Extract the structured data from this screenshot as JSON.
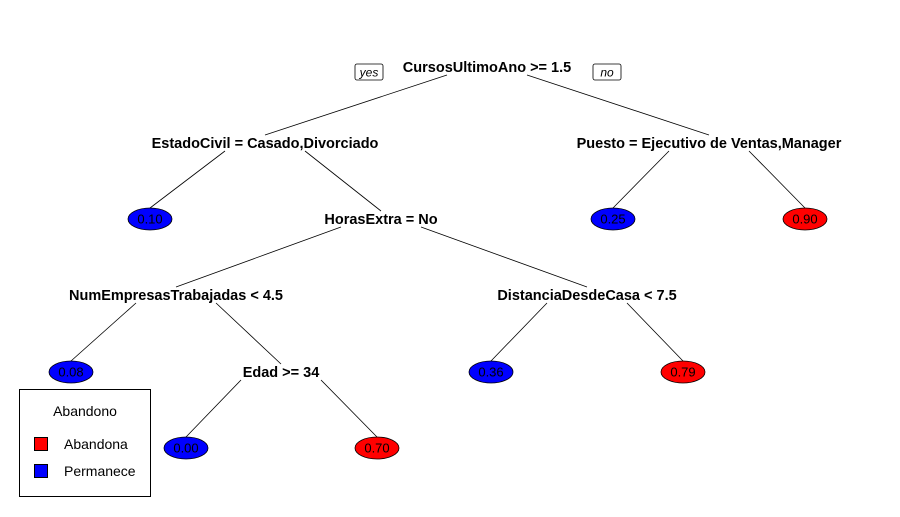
{
  "tree": {
    "yes_label": "yes",
    "no_label": "no",
    "colors": {
      "Abandona": "#ff0000",
      "Permanece": "#0000ff"
    },
    "nodes": [
      {
        "id": "n-root",
        "type": "split",
        "label": "CursosUltimoAno >= 1.5"
      },
      {
        "id": "n-estado",
        "type": "split",
        "label": "EstadoCivil = Casado,Divorciado",
        "parent": "n-root"
      },
      {
        "id": "n-puesto",
        "type": "split",
        "label": "Puesto = Ejecutivo de Ventas,Manager",
        "parent": "n-root"
      },
      {
        "id": "leaf-010",
        "type": "leaf",
        "label": "0.10",
        "class": "Permanece",
        "parent": "n-estado"
      },
      {
        "id": "n-horas",
        "type": "split",
        "label": "HorasExtra = No",
        "parent": "n-estado"
      },
      {
        "id": "leaf-025",
        "type": "leaf",
        "label": "0.25",
        "class": "Permanece",
        "parent": "n-puesto"
      },
      {
        "id": "leaf-090",
        "type": "leaf",
        "label": "0.90",
        "class": "Abandona",
        "parent": "n-puesto"
      },
      {
        "id": "n-numemp",
        "type": "split",
        "label": "NumEmpresasTrabajadas < 4.5",
        "parent": "n-horas"
      },
      {
        "id": "n-dist",
        "type": "split",
        "label": "DistanciaDesdeCasa < 7.5",
        "parent": "n-horas"
      },
      {
        "id": "leaf-008",
        "type": "leaf",
        "label": "0.08",
        "class": "Permanece",
        "parent": "n-numemp"
      },
      {
        "id": "n-edad",
        "type": "split",
        "label": "Edad >= 34",
        "parent": "n-numemp"
      },
      {
        "id": "leaf-036",
        "type": "leaf",
        "label": "0.36",
        "class": "Permanece",
        "parent": "n-dist"
      },
      {
        "id": "leaf-079",
        "type": "leaf",
        "label": "0.79",
        "class": "Abandona",
        "parent": "n-dist"
      },
      {
        "id": "leaf-000",
        "type": "leaf",
        "label": "0.00",
        "class": "Permanece",
        "parent": "n-edad"
      },
      {
        "id": "leaf-070",
        "type": "leaf",
        "label": "0.70",
        "class": "Abandona",
        "parent": "n-edad"
      }
    ]
  },
  "legend": {
    "title": "Abandono",
    "items": [
      {
        "label": "Abandona",
        "color": "#ff0000"
      },
      {
        "label": "Permanece",
        "color": "#0000ff"
      }
    ]
  }
}
